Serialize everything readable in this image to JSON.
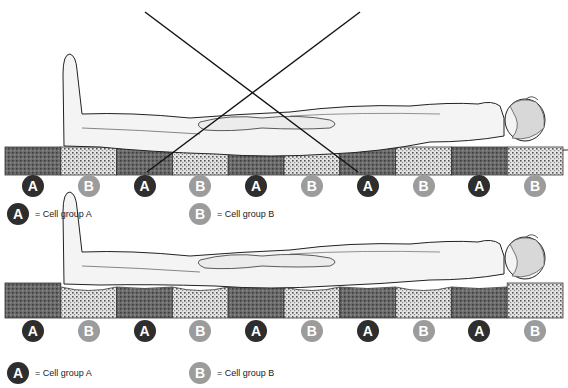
{
  "diagram": {
    "nodes": [
      {
        "text": [
          "A"
        ]
      },
      {
        "text": [
          "B"
        ]
      },
      {
        "text": [
          "A"
        ]
      },
      {
        "text": [
          "B"
        ]
      },
      {
        "text": [
          "A"
        ]
      },
      {
        "text": [
          "B"
        ]
      },
      {
        "text": [
          "A"
        ]
      },
      {
        "text": [
          "B"
        ]
      },
      {
        "text": [
          "A"
        ]
      },
      {
        "text": [
          "B"
        ]
      },
      {
        "text": [
          "A"
        ]
      },
      {
        "text": [
          "B"
        ]
      },
      {
        "text": [
          "A"
        ]
      },
      {
        "text": [
          "B"
        ]
      },
      {
        "text": [
          "A"
        ]
      },
      {
        "text": [
          "B"
        ]
      },
      {
        "text": [
          "A"
        ]
      },
      {
        "text": [
          "B"
        ]
      },
      {
        "text": [
          "A"
        ]
      },
      {
        "text": [
          "B"
        ]
      },
      {
        "text": [
          "A"
        ]
      },
      {
        "text": [
          "B"
        ]
      },
      {
        "text": [
          "A"
        ]
      },
      {
        "text": [
          "B"
        ]
      }
    ],
    "legend": [
      {
        "text": "= Cell group A"
      },
      {
        "text": "= Cell group B"
      },
      {
        "text": "= Cell group A"
      },
      {
        "text": "= Cell group B"
      }
    ]
  }
}
